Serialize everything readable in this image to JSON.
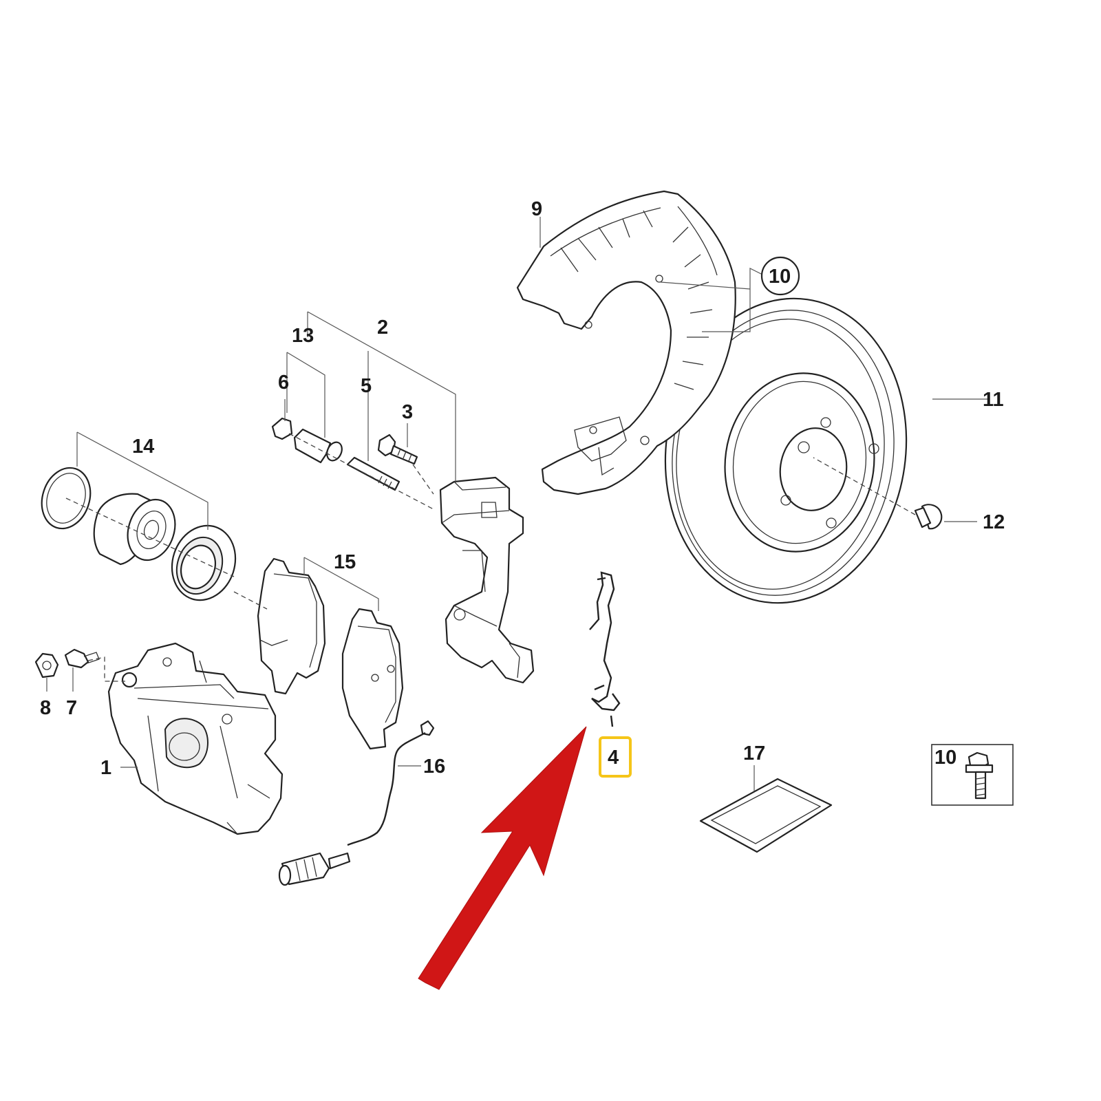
{
  "labels": {
    "p1": "1",
    "p2": "2",
    "p3": "3",
    "p4": "4",
    "p5": "5",
    "p6": "6",
    "p7": "7",
    "p8": "8",
    "p9": "9",
    "p10_circled": "10",
    "p10_box": "10",
    "p11": "11",
    "p12": "12",
    "p13": "13",
    "p14": "14",
    "p15": "15",
    "p16": "16",
    "p17": "17"
  },
  "colors": {
    "highlight_box": "#F5C518",
    "arrow": "#D01616"
  }
}
